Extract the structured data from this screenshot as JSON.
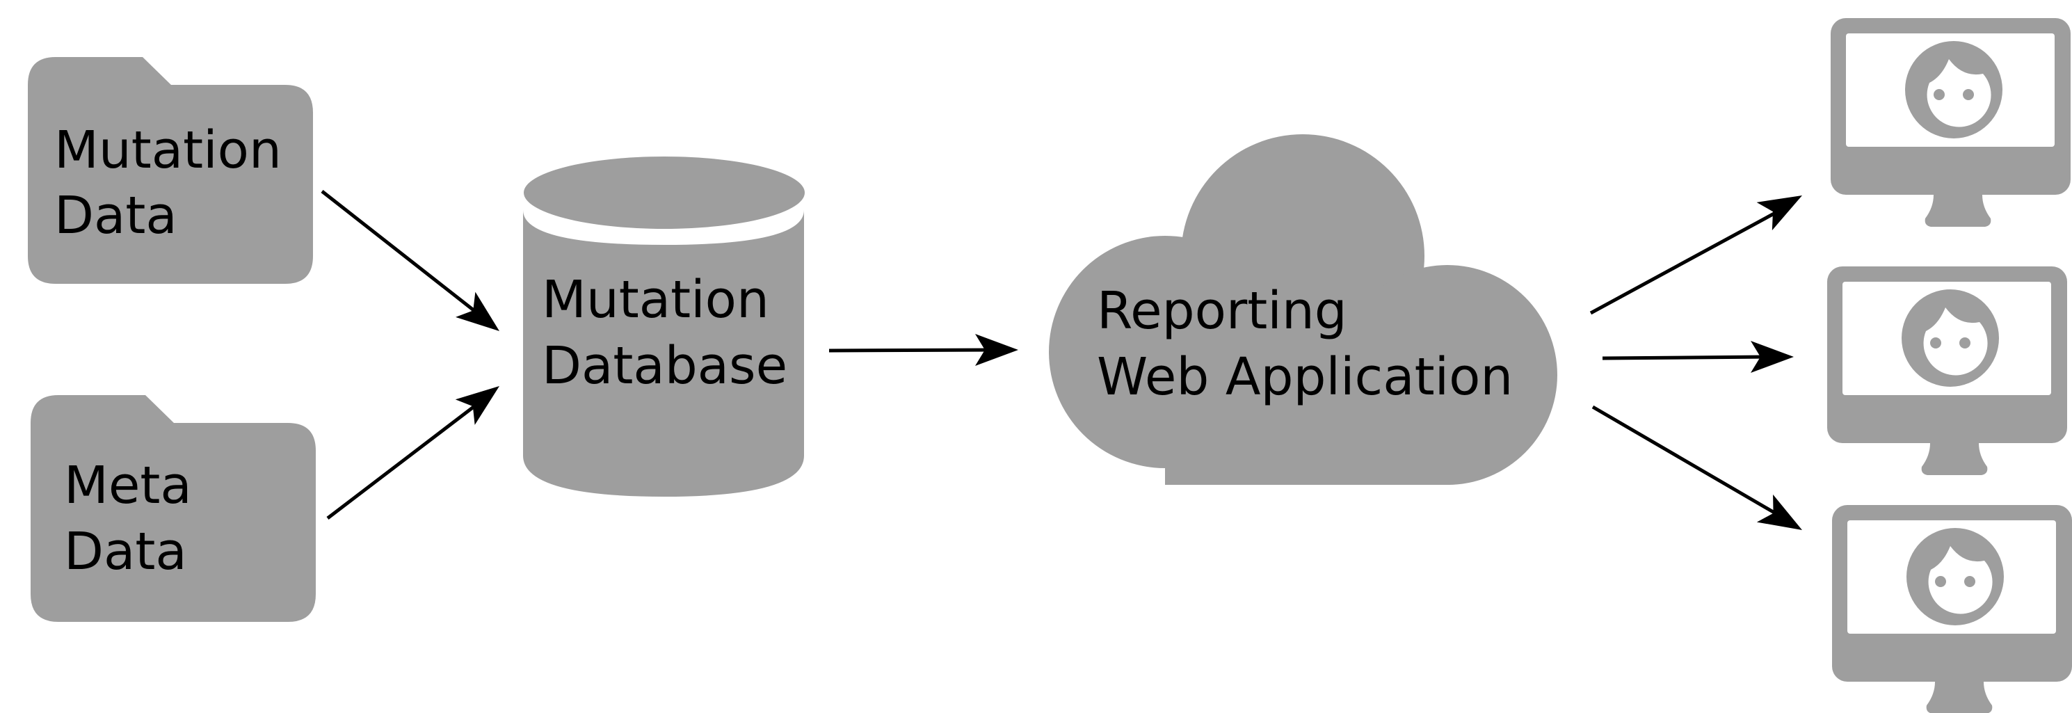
{
  "diagram": {
    "colors": {
      "shape": "#9e9e9e",
      "text": "#000000",
      "arrow": "#000000",
      "background": "#ffffff"
    },
    "nodes": [
      {
        "id": "mutation-data",
        "icon": "folder-icon",
        "lines": [
          "Mutation",
          "Data"
        ]
      },
      {
        "id": "meta-data",
        "icon": "folder-icon",
        "lines": [
          "Meta",
          "Data"
        ]
      },
      {
        "id": "mutation-database",
        "icon": "database-icon",
        "lines": [
          "Mutation",
          "Database"
        ]
      },
      {
        "id": "reporting-web-application",
        "icon": "cloud-icon",
        "lines": [
          "Reporting",
          "Web Application"
        ]
      },
      {
        "id": "client-1",
        "icon": "monitor-user-icon",
        "lines": []
      },
      {
        "id": "client-2",
        "icon": "monitor-user-icon",
        "lines": []
      },
      {
        "id": "client-3",
        "icon": "monitor-user-icon",
        "lines": []
      }
    ],
    "edges": [
      {
        "from": "mutation-data",
        "to": "mutation-database"
      },
      {
        "from": "meta-data",
        "to": "mutation-database"
      },
      {
        "from": "mutation-database",
        "to": "reporting-web-application"
      },
      {
        "from": "reporting-web-application",
        "to": "client-1"
      },
      {
        "from": "reporting-web-application",
        "to": "client-2"
      },
      {
        "from": "reporting-web-application",
        "to": "client-3"
      }
    ]
  }
}
